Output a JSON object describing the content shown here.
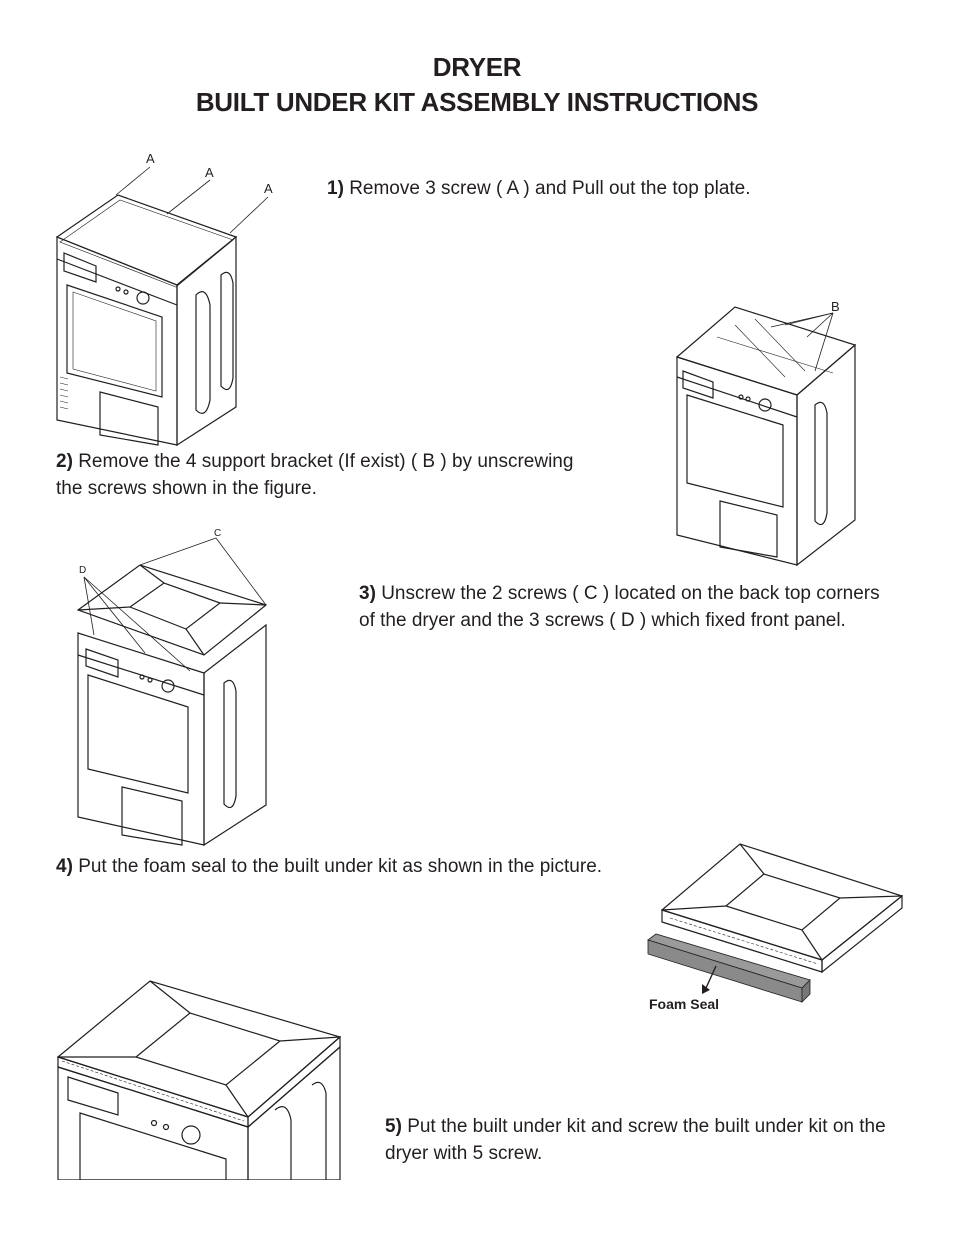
{
  "title": {
    "line1": "DRYER",
    "line2": "BUILT UNDER KIT ASSEMBLY INSTRUCTIONS"
  },
  "steps": [
    {
      "num": "1)",
      "text": "Remove 3 screw ( A ) and Pull out the top plate."
    },
    {
      "num": "2)",
      "text": "Remove the 4 support  bracket (If exist) ( B ) by unscrewing the screws shown in the figure."
    },
    {
      "num": "3)",
      "text": "Unscrew the 2 screws ( C ) located on the back top corners of the dryer and the 3 screws ( D ) which fixed front panel."
    },
    {
      "num": "4)",
      "text": "Put the foam seal to the built under kit as shown in the picture."
    },
    {
      "num": "5)",
      "text": "Put the built under kit and  screw the built under kit on the dryer with 5 screw."
    }
  ],
  "figures": {
    "fig1": {
      "labels": [
        "A",
        "A",
        "A"
      ]
    },
    "fig2": {
      "labels": [
        "B"
      ]
    },
    "fig3": {
      "labels": [
        "C",
        "D"
      ]
    },
    "fig4": {
      "labels": [
        "Foam Seal"
      ]
    }
  }
}
